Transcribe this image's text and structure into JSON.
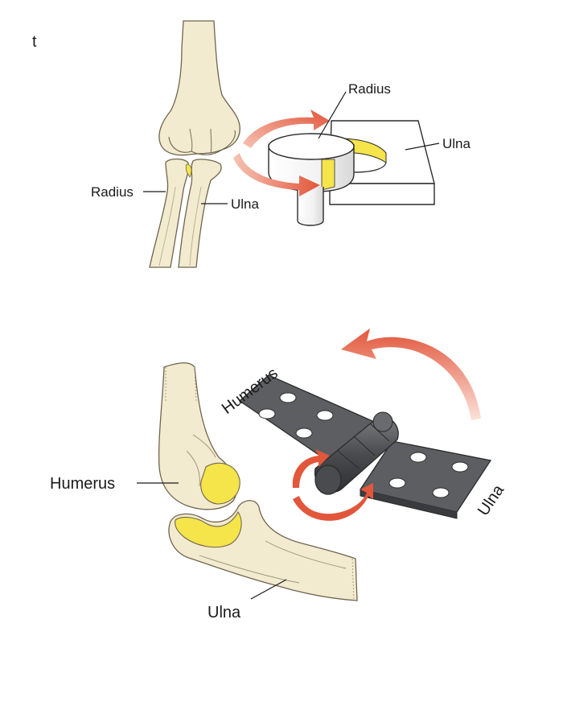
{
  "corner_mark": "t",
  "pivot_panel": {
    "bone_labels": {
      "radius": "Radius",
      "ulna": "Ulna"
    },
    "model_labels": {
      "radius": "Radius",
      "ulna": "Ulna"
    }
  },
  "hinge_panel": {
    "bone_labels": {
      "humerus": "Humerus",
      "ulna": "Ulna"
    },
    "model_labels": {
      "humerus": "Humerus",
      "ulna": "Ulna"
    }
  },
  "colors": {
    "bone_fill": "#f3ebcf",
    "bone_outline": "#6e6550",
    "articular_surface": "#f5e44a",
    "arrow_red": "#e2563b",
    "hinge_metal": "#5d5e61",
    "hinge_dark": "#3a3b3e",
    "model_outline": "#2b2b2b"
  }
}
